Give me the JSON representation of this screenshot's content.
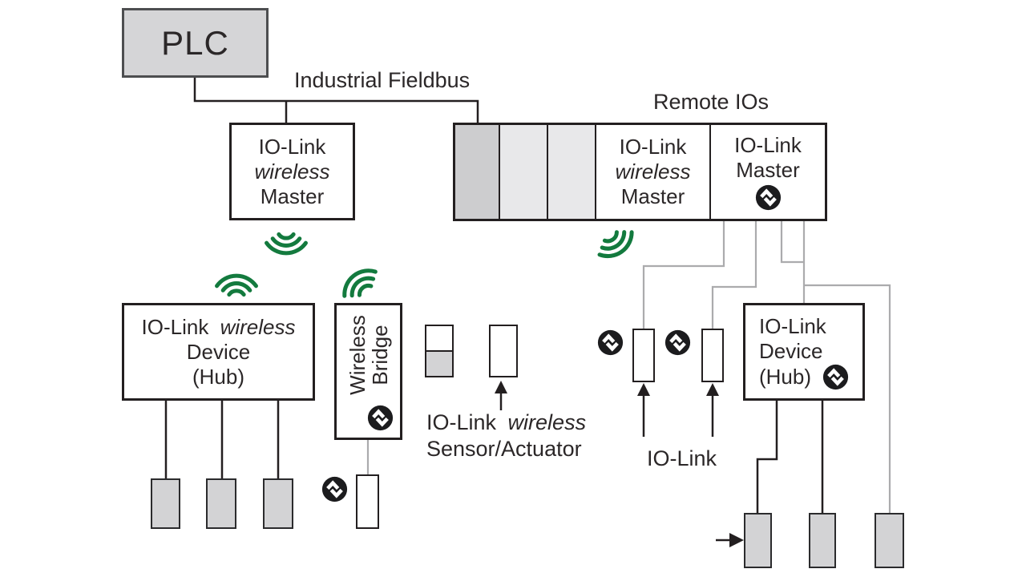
{
  "colors": {
    "signal_green": "#137a3e",
    "logo_black": "#1c1c1e",
    "box_border": "#231f20",
    "plc_border": "#4d4e50",
    "device_gray": "#d3d3d5",
    "module_gray_dark": "#cdcdcf",
    "module_gray_light": "#e8e8ea",
    "wire_gray": "#ababad",
    "wire_black": "#231f20"
  },
  "icons": {
    "wireless_signal": "three green radio arcs (wifi-style signal)",
    "io_link_logo": "black circle with white up/down double chevron"
  },
  "nodes": {
    "plc": {
      "label": "PLC"
    },
    "fieldbus": {
      "label": "Industrial Fieldbus"
    },
    "remote_ios": {
      "label": "Remote IOs"
    },
    "left_wireless_master": {
      "line1": "IO-Link",
      "line2": "wireless",
      "line3": "Master"
    },
    "rack_wireless_master": {
      "line1": "IO-Link",
      "line2": "wireless",
      "line3": "Master"
    },
    "rack_master": {
      "line1": "IO-Link",
      "line2": "Master"
    },
    "left_device_hub": {
      "line1_a": "IO-Link",
      "line1_b": "wireless",
      "line2": "Device",
      "line3": "(Hub)"
    },
    "wireless_bridge": {
      "line1": "Wireless",
      "line2": "Bridge"
    },
    "right_device_hub": {
      "line1": "IO-Link",
      "line2": "Device",
      "line3": "(Hub)"
    },
    "sensor_actuator_label": {
      "line1_a": "IO-Link",
      "line1_b": "wireless",
      "line2": "Sensor/Actuator"
    },
    "io_link_label": {
      "label": "IO-Link"
    }
  }
}
